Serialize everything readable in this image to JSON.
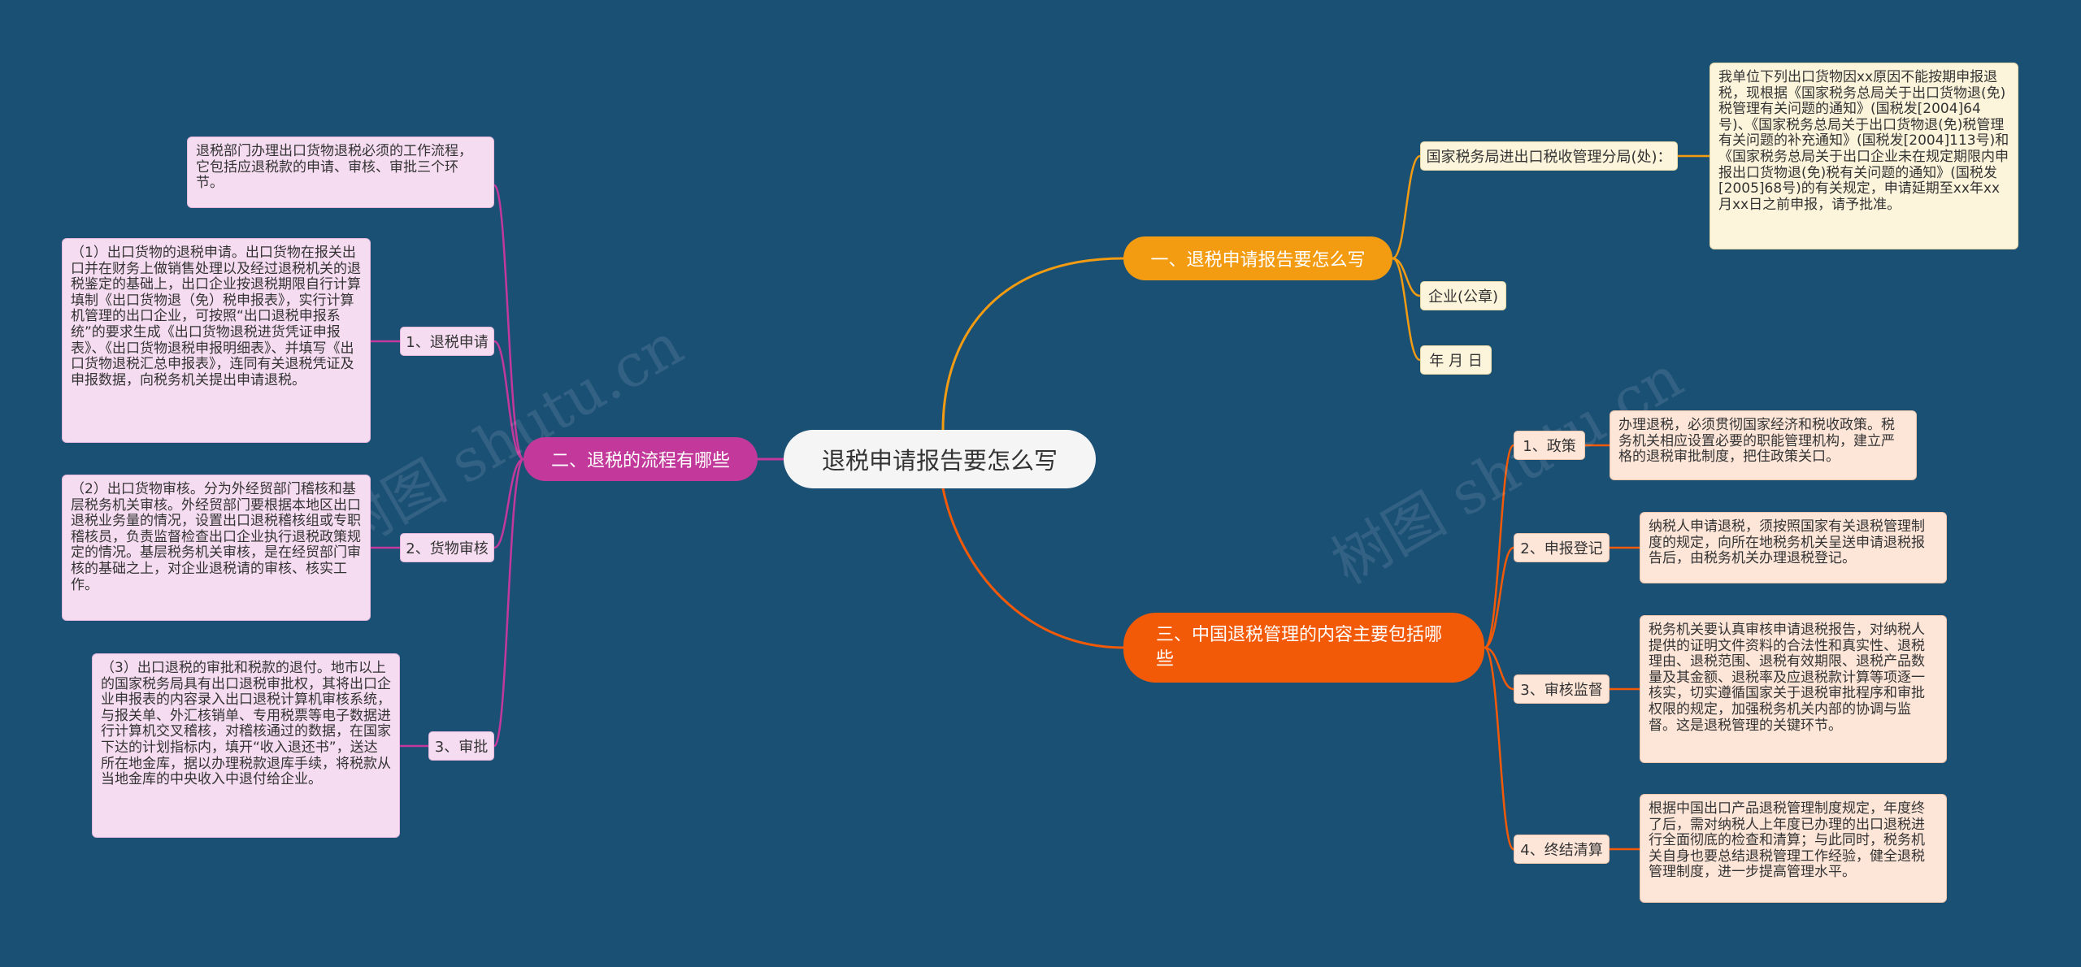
{
  "watermark": "树图 shutu.cn",
  "colors": {
    "background": "#1b5075",
    "branch1": "#f39c12",
    "branch2": "#c2399b",
    "branch3": "#f35a07"
  },
  "root": {
    "label": "退税申请报告要怎么写"
  },
  "branch1": {
    "label": "一、退税申请报告要怎么写",
    "children": [
      {
        "label": "国家税务局进出口税收管理分局(处)："
      },
      {
        "label": "企业(公章)"
      },
      {
        "label": "年 月 日"
      }
    ],
    "leaf": "我单位下列出口货物因xx原因不能按期申报退税，现根据《国家税务总局关于出口货物退(免)税管理有关问题的通知》(国税发[2004]64号)、《国家税务总局关于出口货物退(免)税管理有关问题的补充通知》(国税发[2004]113号)和《国家税务总局关于出口企业未在规定期限内申报出口货物退(免)税有关问题的通知》(国税发[2005]68号)的有关规定，申请延期至xx年xx月xx日之前申报，请予批准。"
  },
  "branch2": {
    "label": "二、退税的流程有哪些",
    "intro": "退税部门办理出口货物退税必须的工作流程，它包括应退税款的申请、审核、审批三个环节。",
    "children": [
      {
        "label": "1、退税申请",
        "text": "（1）出口货物的退税申请。出口货物在报关出口并在财务上做销售处理以及经过退税机关的退税鉴定的基础上，出口企业按退税期限自行计算填制《出口货物退（免）税申报表》，实行计算机管理的出口企业，可按照“出口退税申报系统”的要求生成《出口货物退税进货凭证申报表》、《出口货物退税申报明细表》、并填写《出口货物退税汇总申报表》，连同有关退税凭证及申报数据，向税务机关提出申请退税。"
      },
      {
        "label": "2、货物审核",
        "text": "（2）出口货物审核。分为外经贸部门稽核和基层税务机关审核。外经贸部门要根据本地区出口退税业务量的情况，设置出口退税稽核组或专职稽核员，负责监督检查出口企业执行退税政策规定的情况。基层税务机关审核，是在经贸部门审核的基础之上，对企业退税请的审核、核实工作。"
      },
      {
        "label": "3、审批",
        "text": "（3）出口退税的审批和税款的退付。地市以上的国家税务局具有出口退税审批权，其将出口企业申报表的内容录入出口退税计算机审核系统，与报关单、外汇核销单、专用税票等电子数据进行计算机交叉稽核，对稽核通过的数据，在国家下达的计划指标内，填开“收入退还书”，送达所在地金库，据以办理税款退库手续，将税款从当地金库的中央收入中退付给企业。"
      }
    ]
  },
  "branch3": {
    "label": "三、中国退税管理的内容主要包括哪些",
    "children": [
      {
        "label": "1、政策",
        "text": "办理退税，必须贯彻国家经济和税收政策。税务机关相应设置必要的职能管理机构，建立严格的退税审批制度，把住政策关口。"
      },
      {
        "label": "2、申报登记",
        "text": "纳税人申请退税，须按照国家有关退税管理制度的规定，向所在地税务机关呈送申请退税报告后，由税务机关办理退税登记。"
      },
      {
        "label": "3、审核监督",
        "text": "税务机关要认真审核申请退税报告，对纳税人提供的证明文件资料的合法性和真实性、退税理由、退税范围、退税有效期限、退税产品数量及其金额、退税率及应退税款计算等项逐一核实，切实遵循国家关于退税审批程序和审批权限的规定，加强税务机关内部的协调与监督。这是退税管理的关键环节。"
      },
      {
        "label": "4、终结清算",
        "text": "根据中国出口产品退税管理制度规定，年度终了后，需对纳税人上年度已办理的出口退税进行全面彻底的检查和清算；与此同时，税务机关自身也要总结退税管理工作经验，健全退税管理制度，进一步提高管理水平。"
      }
    ]
  }
}
